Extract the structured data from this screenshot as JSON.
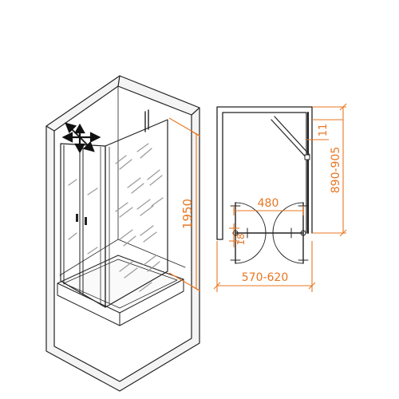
{
  "dimensions": {
    "height": "1950",
    "depth_range": "890-905",
    "door_width": "480",
    "width_range": "570-620",
    "gap_top": "11",
    "gap_side": "18"
  },
  "colors": {
    "dimension": "#e87722",
    "line": "#222222",
    "glass_pattern": "#9a9a9a"
  },
  "icons": {
    "swing_arrows": "four-way-arrow-icon"
  }
}
